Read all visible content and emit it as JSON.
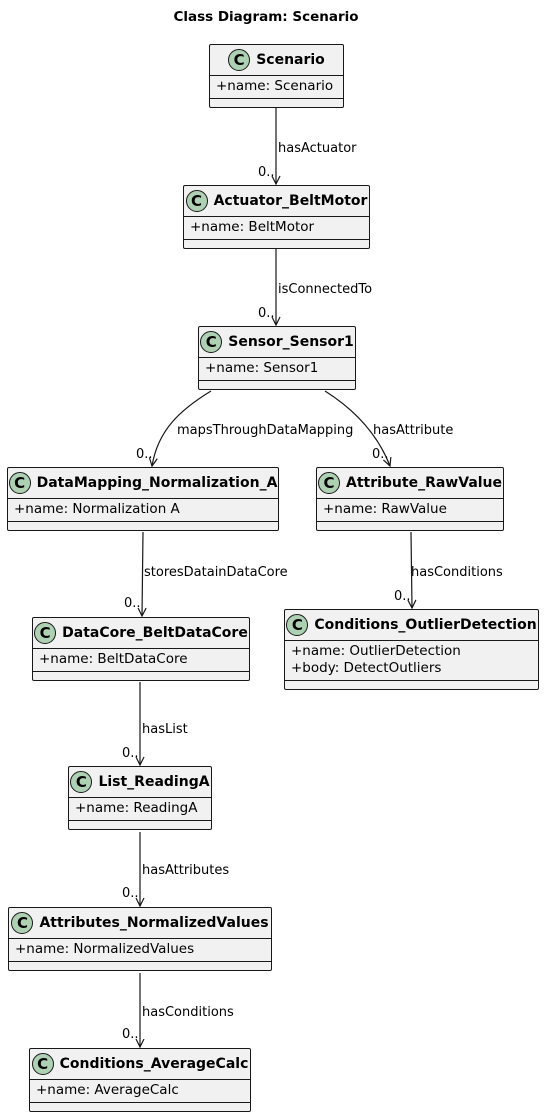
{
  "title": "Class Diagram: Scenario",
  "classes": {
    "scenario": {
      "name": "Scenario",
      "attrs": [
        "+name: Scenario"
      ]
    },
    "actuator": {
      "name": "Actuator_BeltMotor",
      "attrs": [
        "+name: BeltMotor"
      ]
    },
    "sensor": {
      "name": "Sensor_Sensor1",
      "attrs": [
        "+name: Sensor1"
      ]
    },
    "datamapping": {
      "name": "DataMapping_Normalization_A",
      "attrs": [
        "+name: Normalization A"
      ]
    },
    "attribute": {
      "name": "Attribute_RawValue",
      "attrs": [
        "+name: RawValue"
      ]
    },
    "datacore": {
      "name": "DataCore_BeltDataCore",
      "attrs": [
        "+name: BeltDataCore"
      ]
    },
    "conditions_outlier": {
      "name": "Conditions_OutlierDetection",
      "attrs": [
        "+name: OutlierDetection",
        "+body: DetectOutliers"
      ]
    },
    "list": {
      "name": "List_ReadingA",
      "attrs": [
        "+name: ReadingA"
      ]
    },
    "attributes_norm": {
      "name": "Attributes_NormalizedValues",
      "attrs": [
        "+name: NormalizedValues"
      ]
    },
    "conditions_avg": {
      "name": "Conditions_AverageCalc",
      "attrs": [
        "+name: AverageCalc"
      ]
    }
  },
  "class_badge": "C",
  "multiplicity": "0..",
  "edges": {
    "has_actuator": "hasActuator",
    "is_connected_to": "isConnectedTo",
    "maps_through": "mapsThroughDataMapping",
    "has_attribute": "hasAttribute",
    "stores_data": "storesDatainDataCore",
    "has_conditions_1": "hasConditions",
    "has_list": "hasList",
    "has_attributes": "hasAttributes",
    "has_conditions_2": "hasConditions"
  }
}
